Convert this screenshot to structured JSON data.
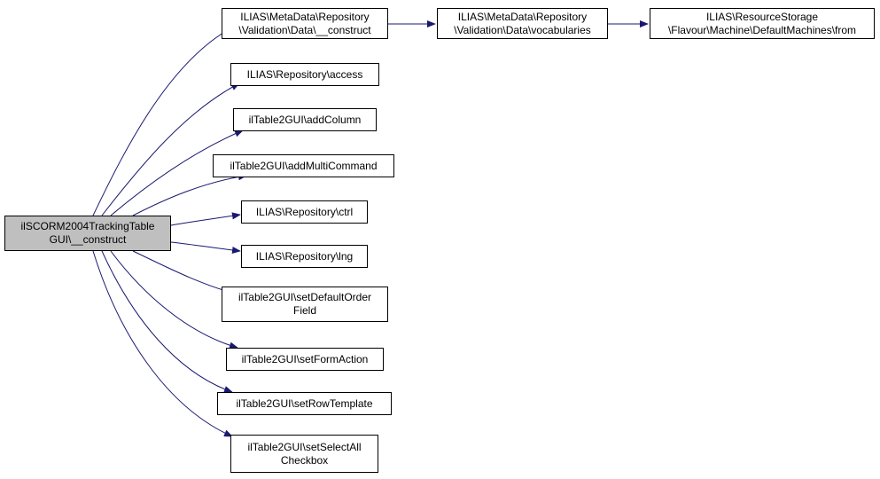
{
  "graph": {
    "edge_color": "#191970",
    "root_fill": "#bfbfbf",
    "nodes": {
      "root": {
        "lines": [
          "ilSCORM2004TrackingTable",
          "GUI\\__construct"
        ]
      },
      "md1": {
        "lines": [
          "ILIAS\\MetaData\\Repository",
          "\\Validation\\Data\\__construct"
        ]
      },
      "md2": {
        "lines": [
          "ILIAS\\MetaData\\Repository",
          "\\Validation\\Data\\vocabularies"
        ]
      },
      "rs": {
        "lines": [
          "ILIAS\\ResourceStorage",
          "\\Flavour\\Machine\\DefaultMachines\\from"
        ]
      },
      "access": {
        "lines": [
          "ILIAS\\Repository\\access"
        ]
      },
      "addcol": {
        "lines": [
          "ilTable2GUI\\addColumn"
        ]
      },
      "addmc": {
        "lines": [
          "ilTable2GUI\\addMultiCommand"
        ]
      },
      "ctrl": {
        "lines": [
          "ILIAS\\Repository\\ctrl"
        ]
      },
      "lng": {
        "lines": [
          "ILIAS\\Repository\\lng"
        ]
      },
      "sdo": {
        "lines": [
          "ilTable2GUI\\setDefaultOrder",
          "Field"
        ]
      },
      "sfa": {
        "lines": [
          "ilTable2GUI\\setFormAction"
        ]
      },
      "srt": {
        "lines": [
          "ilTable2GUI\\setRowTemplate"
        ]
      },
      "ssa": {
        "lines": [
          "ilTable2GUI\\setSelectAll",
          "Checkbox"
        ]
      }
    },
    "edges": [
      {
        "from": "root",
        "to": "md1"
      },
      {
        "from": "md1",
        "to": "md2"
      },
      {
        "from": "md2",
        "to": "rs"
      },
      {
        "from": "root",
        "to": "access"
      },
      {
        "from": "root",
        "to": "addcol"
      },
      {
        "from": "root",
        "to": "addmc"
      },
      {
        "from": "root",
        "to": "ctrl"
      },
      {
        "from": "root",
        "to": "lng"
      },
      {
        "from": "root",
        "to": "sdo"
      },
      {
        "from": "root",
        "to": "sfa"
      },
      {
        "from": "root",
        "to": "srt"
      },
      {
        "from": "root",
        "to": "ssa"
      }
    ]
  }
}
